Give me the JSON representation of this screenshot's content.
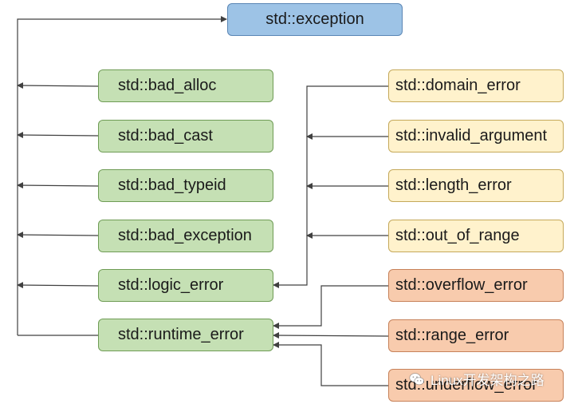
{
  "root": {
    "label": "std::exception"
  },
  "std_children": [
    {
      "label": "std::bad_alloc"
    },
    {
      "label": "std::bad_cast"
    },
    {
      "label": "std::bad_typeid"
    },
    {
      "label": "std::bad_exception"
    },
    {
      "label": "std::logic_error"
    },
    {
      "label": "std::runtime_error"
    }
  ],
  "logic_children": [
    {
      "label": "std::domain_error"
    },
    {
      "label": "std::invalid_argument"
    },
    {
      "label": "std::length_error"
    },
    {
      "label": "std::out_of_range"
    }
  ],
  "runtime_children": [
    {
      "label": "std::overflow_error"
    },
    {
      "label": "std::range_error"
    },
    {
      "label": "std::underflow_error"
    }
  ],
  "watermark": {
    "text": "Linux开发架构之路",
    "icon": "wechat-icon"
  },
  "colors": {
    "root": "#9dc3e6",
    "std_children": "#c5e0b4",
    "logic_children": "#fff2cc",
    "runtime_children": "#f8cbad",
    "lines": "#404040"
  }
}
